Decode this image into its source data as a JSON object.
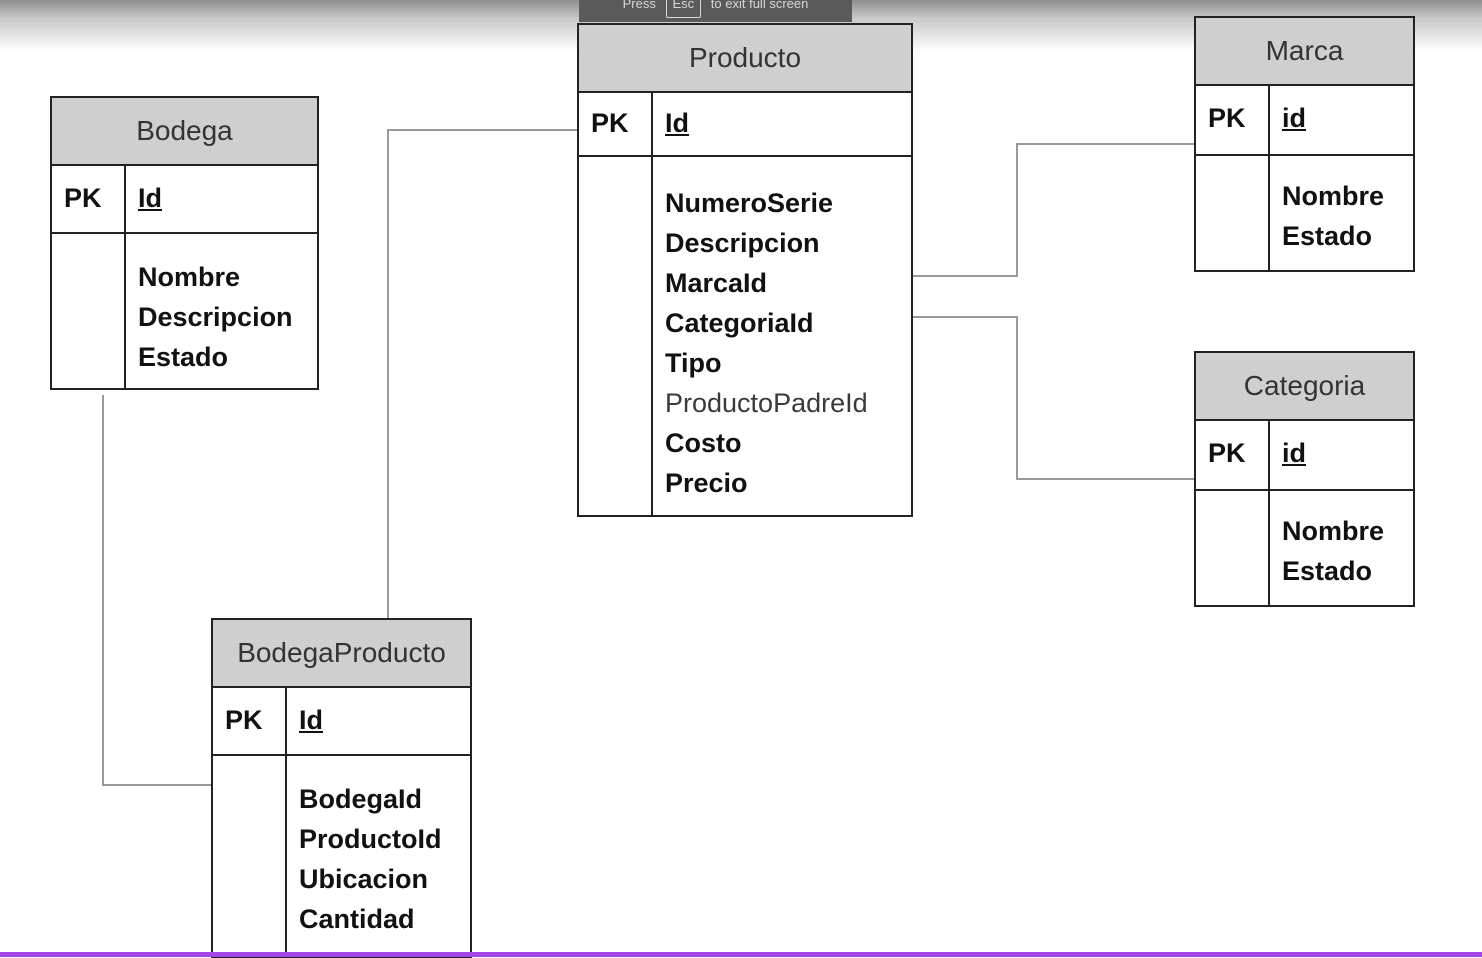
{
  "banner": {
    "press": "Press",
    "key": "Esc",
    "rest": "to exit full screen"
  },
  "pk_label": "PK",
  "entities": {
    "bodega": {
      "title": "Bodega",
      "key": "Id",
      "attributes": [
        "Nombre",
        "Descripcion",
        "Estado"
      ]
    },
    "producto": {
      "title": "Producto",
      "key": "Id",
      "attributes": [
        "NumeroSerie",
        "Descripcion",
        "MarcaId",
        "CategoriaId",
        "Tipo",
        "ProductoPadreId",
        "Costo",
        "Precio"
      ]
    },
    "marca": {
      "title": "Marca",
      "key": "id",
      "attributes": [
        "Nombre",
        "Estado"
      ]
    },
    "categoria": {
      "title": "Categoria",
      "key": "id",
      "attributes": [
        "Nombre",
        "Estado"
      ]
    },
    "bodegaproducto": {
      "title": "BodegaProducto",
      "key": "Id",
      "attributes": [
        "BodegaId",
        "ProductoId",
        "Ubicacion",
        "Cantidad"
      ]
    }
  },
  "colors": {
    "header_fill": "#cfcfcf",
    "border": "#222222",
    "connector": "#9a9a9a",
    "bottom_bar": "#a247e6"
  }
}
